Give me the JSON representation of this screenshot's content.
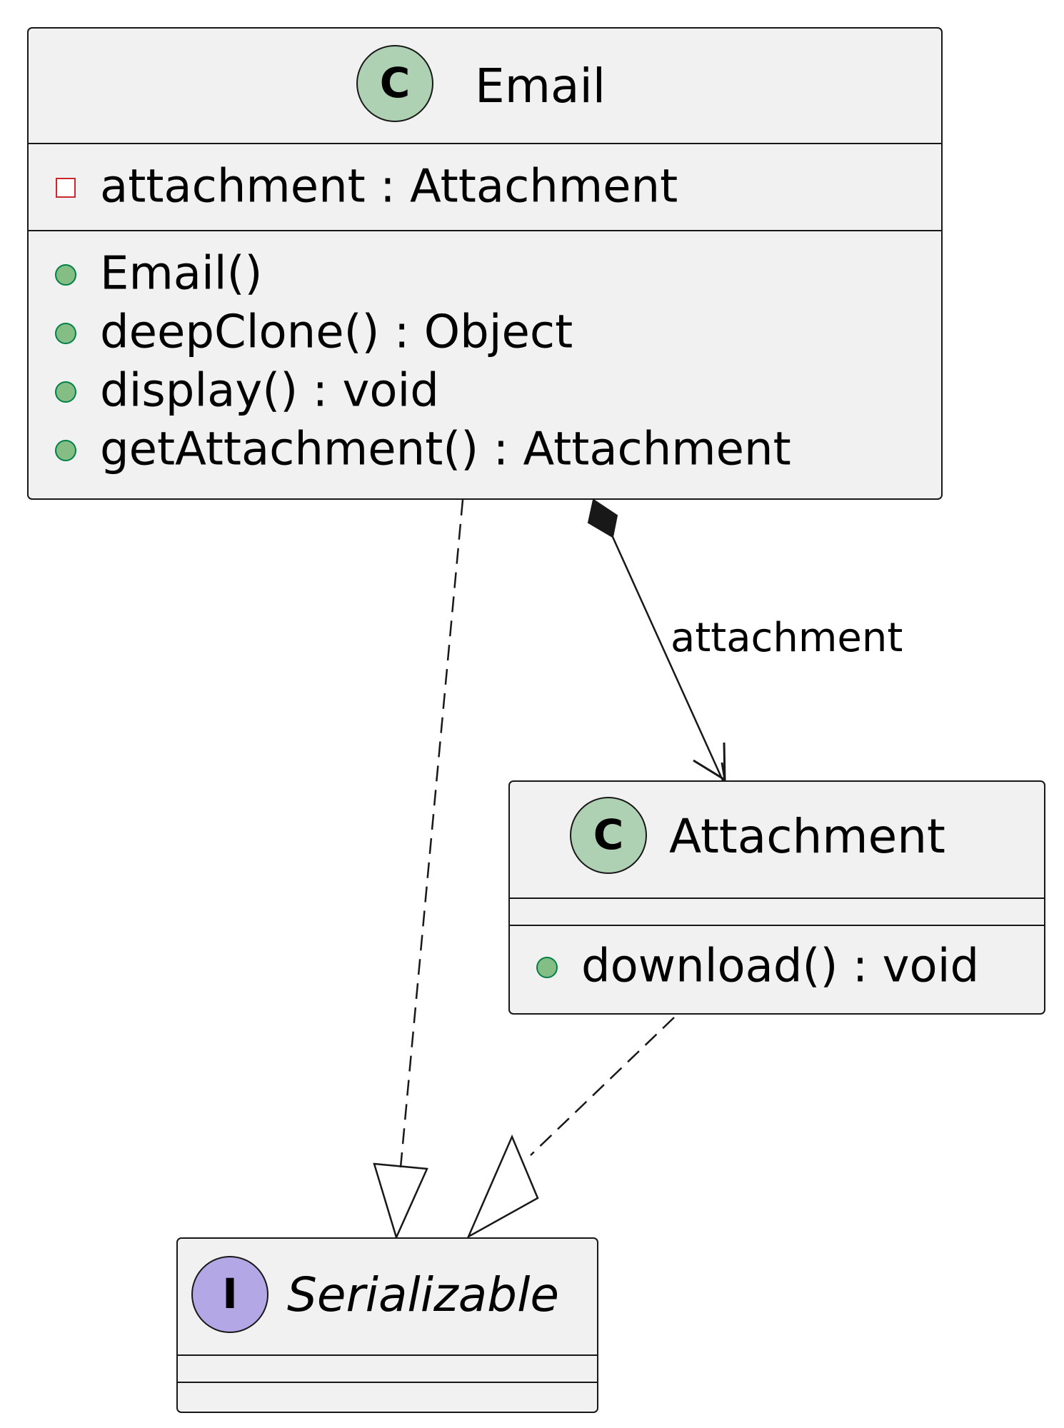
{
  "colors": {
    "box_fill": "#f1f1f1",
    "border": "#181818",
    "class_stereotype": "#add1b2",
    "interface_stereotype": "#b4a7e5",
    "public_marker_fill": "#84be84",
    "public_marker_border": "#038048",
    "private_marker_border": "#c82930"
  },
  "classes": {
    "email": {
      "stereotype": "C",
      "name": "Email",
      "fields": [
        {
          "visibility": "private",
          "text": "attachment : Attachment"
        }
      ],
      "methods": [
        {
          "visibility": "public",
          "text": "Email()"
        },
        {
          "visibility": "public",
          "text": "deepClone() : Object"
        },
        {
          "visibility": "public",
          "text": "display() : void"
        },
        {
          "visibility": "public",
          "text": "getAttachment() : Attachment"
        }
      ]
    },
    "attachment": {
      "stereotype": "C",
      "name": "Attachment",
      "fields": [],
      "methods": [
        {
          "visibility": "public",
          "text": "download() : void"
        }
      ]
    },
    "serializable": {
      "stereotype": "I",
      "name": "Serializable",
      "abstract": true,
      "fields": [],
      "methods": []
    }
  },
  "relations": [
    {
      "from": "Email",
      "to": "Attachment",
      "kind": "composition",
      "label": "attachment"
    },
    {
      "from": "Email",
      "to": "Serializable",
      "kind": "realization",
      "label": ""
    },
    {
      "from": "Attachment",
      "to": "Serializable",
      "kind": "realization",
      "label": ""
    }
  ]
}
